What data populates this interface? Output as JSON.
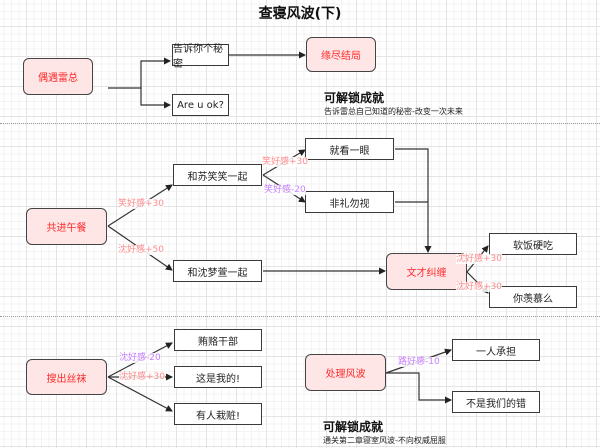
{
  "title": "查寝风波(下)",
  "section1": {
    "start": "偶遇雷总",
    "choices": [
      "告诉你个秘密",
      "Are u ok?"
    ],
    "ending": "缘尽结局",
    "achievement": {
      "heading": "可解锁成就",
      "desc": "告诉雷总自己知道的秘密-改变一次未来"
    }
  },
  "section2": {
    "start": "共进午餐",
    "choices": [
      "和苏笑笑一起",
      "和沈梦萱一起"
    ],
    "choice_labels": [
      "笑好感+30",
      "沈好感+50"
    ],
    "sub_choices": [
      "就看一眼",
      "非礼勿视"
    ],
    "sub_labels": [
      "笑好感+30",
      "笑好感-20"
    ],
    "merge": "文才纠缠",
    "merge_choices": [
      "软饭硬吃",
      "你羡慕么"
    ],
    "merge_labels": [
      "沈好感+30",
      "沈好感+30"
    ]
  },
  "section3": {
    "start": "搜出丝袜",
    "choices": [
      "贿赂干部",
      "这是我的!",
      "有人栽赃!"
    ],
    "choice_labels": [
      "沈好感-20",
      "沈好感+30"
    ],
    "start2": "处理风波",
    "choices2": [
      "一人承担",
      "不是我们的错"
    ],
    "choice2_labels": [
      "路好感-10"
    ],
    "achievement": {
      "heading": "可解锁成就",
      "desc": "通关第二章寝室风波-不向权威屈服"
    }
  },
  "colors": {
    "start_fill": "#ffe6e6",
    "start_text": "#ff2a2a",
    "label_pink": "#ff8b8b",
    "label_purple": "#c77dff"
  }
}
